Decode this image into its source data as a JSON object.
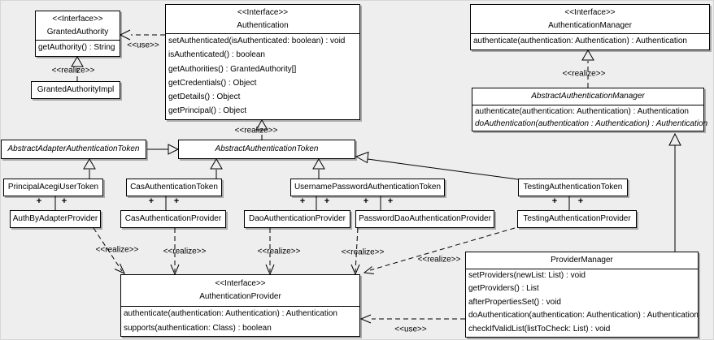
{
  "colors": {
    "background": "#eeeeee",
    "box_fill": "#ffffff",
    "line": "#000000",
    "shadow": "#aaaaaa"
  },
  "labels": {
    "use": "<<use>>",
    "realize": "<<realize>>",
    "plus": "+"
  },
  "classes": {
    "granted_authority": {
      "stereotype": "<<Interface>>",
      "name": "GrantedAuthority",
      "methods": [
        "getAuthority() : String"
      ]
    },
    "granted_authority_impl": {
      "name": "GrantedAuthorityImpl"
    },
    "authentication": {
      "stereotype": "<<Interface>>",
      "name": "Authentication",
      "methods": [
        "setAuthenticated(isAuthenticated: boolean) : void",
        "isAuthenticated() : boolean",
        "getAuthorities() : GrantedAuthority[]",
        "getCredentials() : Object",
        "getDetails() : Object",
        "getPrincipal() : Object"
      ]
    },
    "authentication_manager": {
      "stereotype": "<<Interface>>",
      "name": "AuthenticationManager",
      "methods": [
        "authenticate(authentication: Authentication) : Authentication"
      ]
    },
    "abstract_authentication_manager": {
      "name": "AbstractAuthenticationManager",
      "methods": [
        "authenticate(authentication: Authentication) : Authentication",
        "doAuthentication(authentication : Authentication) : Authentication"
      ]
    },
    "abstract_adapter_authentication_token": {
      "name": "AbstractAdapterAuthenticationToken"
    },
    "abstract_authentication_token": {
      "name": "AbstractAuthenticationToken"
    },
    "principal_acegi_user_token": {
      "name": "PrincipalAcegiUserToken"
    },
    "cas_authentication_token": {
      "name": "CasAuthenticationToken"
    },
    "username_password_authentication_token": {
      "name": "UsernamePasswordAuthenticationToken"
    },
    "testing_authentication_token": {
      "name": "TestingAuthenticationToken"
    },
    "auth_by_adapter_provider": {
      "name": "AuthByAdapterProvider"
    },
    "cas_authentication_provider": {
      "name": "CasAuthenticationProvider"
    },
    "dao_authentication_provider": {
      "name": "DaoAuthenticationProvider"
    },
    "password_dao_authentication_provider": {
      "name": "PasswordDaoAuthenticationProvider"
    },
    "testing_authentication_provider": {
      "name": "TestingAuthenticationProvider"
    },
    "authentication_provider": {
      "stereotype": "<<Interface>>",
      "name": "AuthenticationProvider",
      "methods": [
        "authenticate(authentication: Authentication) : Authentication",
        "supports(authentication: Class) : boolean"
      ]
    },
    "provider_manager": {
      "name": "ProviderManager",
      "methods": [
        "setProviders(newList: List) : void",
        "getProviders() : List",
        "afterPropertiesSet() : void",
        "doAuthentication(authentication: Authentication) : Authentication",
        "checkIfValidList(listToCheck: List) : void"
      ]
    }
  }
}
